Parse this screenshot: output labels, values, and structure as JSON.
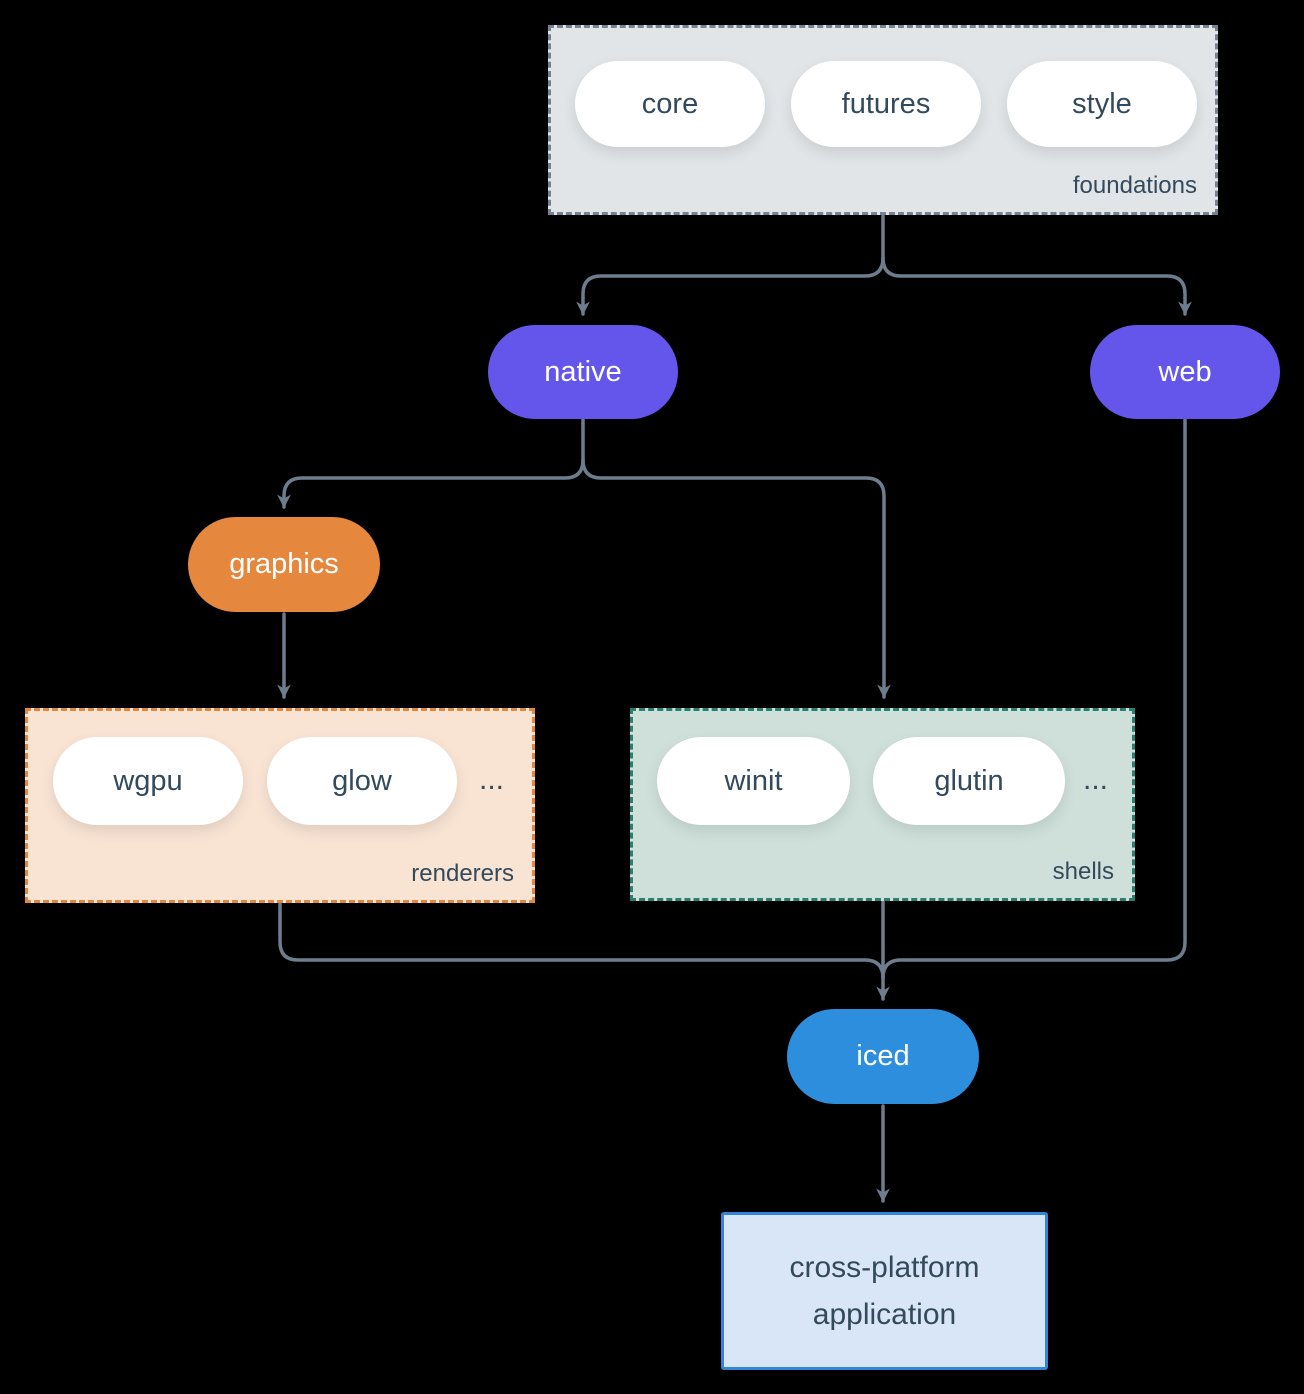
{
  "nodes": {
    "core": {
      "label": "core"
    },
    "futures": {
      "label": "futures"
    },
    "style": {
      "label": "style"
    },
    "native": {
      "label": "native"
    },
    "web": {
      "label": "web"
    },
    "graphics": {
      "label": "graphics"
    },
    "wgpu": {
      "label": "wgpu"
    },
    "glow": {
      "label": "glow"
    },
    "winit": {
      "label": "winit"
    },
    "glutin": {
      "label": "glutin"
    },
    "iced": {
      "label": "iced"
    }
  },
  "groups": {
    "foundations": {
      "label": "foundations"
    },
    "renderers": {
      "label": "renderers",
      "ellipsis": "..."
    },
    "shells": {
      "label": "shells",
      "ellipsis": "..."
    }
  },
  "application": {
    "line1": "cross-platform",
    "line2": "application"
  },
  "colors": {
    "background": "#000000",
    "connector": "#6d7d8e",
    "node-purple": "#6456ea",
    "node-orange": "#e5873c",
    "node-blue": "#2e8ede",
    "pill-white": "#ffffff",
    "text-dark": "#33495c",
    "text-light": "#ffffff",
    "foundations-bg": "#e1e5e8",
    "foundations-border": "#76828f",
    "renderers-bg": "#f9e4d4",
    "renderers-border": "#e2873f",
    "shells-bg": "#cfe0da",
    "shells-border": "#2a7f6e",
    "app-bg": "#d9e6f8",
    "app-border": "#3285db"
  }
}
